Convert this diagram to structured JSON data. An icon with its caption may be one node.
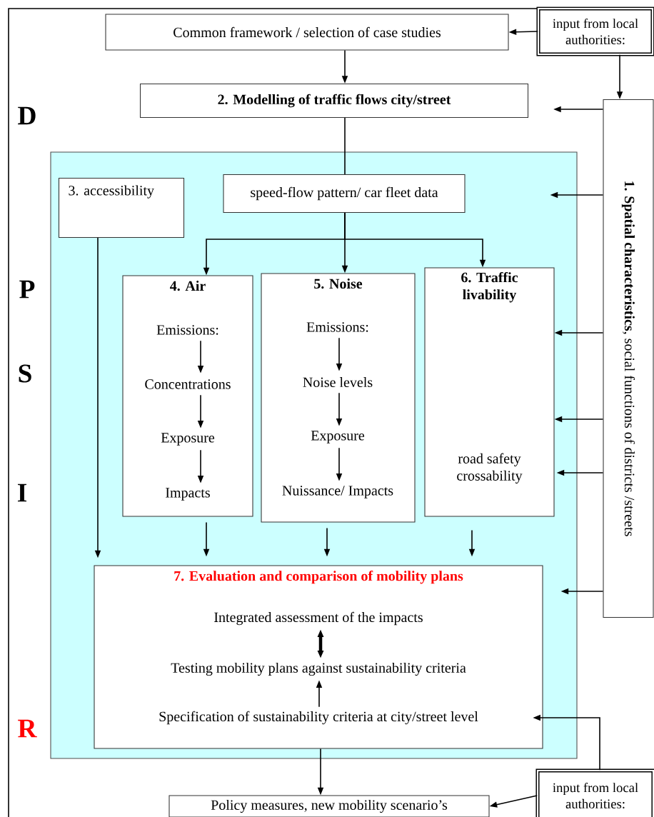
{
  "diagram": {
    "nodes": [
      {
        "text": [
          "Common framework / selection of case studies"
        ]
      },
      {
        "text": [
          "input from local authorities:"
        ]
      },
      {
        "text": [
          "2. Modelling of traffic flows city/street"
        ]
      },
      {
        "text": [
          "**1. Spatial characteristics**, social functions of districts /streets"
        ]
      },
      {
        "text": [],
        "shape": "box"
      },
      {
        "text": [
          "3. accessibility"
        ],
        "in": 4
      },
      {
        "text": [
          "speed-flow pattern/ car fleet data"
        ],
        "in": 4
      },
      {
        "text": [
          "4. Air"
        ],
        "in": 4
      },
      {
        "text": [
          "Emissions:"
        ],
        "in": 7
      },
      {
        "text": [
          "Concentrations"
        ],
        "in": 7
      },
      {
        "text": [
          "Exposure"
        ],
        "in": 7
      },
      {
        "text": [
          "Impacts"
        ],
        "in": 7
      },
      {
        "text": [
          "5. Noise"
        ],
        "in": 4
      },
      {
        "text": [
          "Emissions:"
        ],
        "in": 12
      },
      {
        "text": [
          "Noise levels"
        ],
        "in": 12
      },
      {
        "text": [
          "Exposure"
        ],
        "in": 12
      },
      {
        "text": [
          "Nuissance/ Impacts"
        ],
        "in": 12
      },
      {
        "text": [
          "6. Traffic livability",
          "road safety crossability"
        ],
        "in": 4
      },
      {
        "text": [
          "7. Evaluation and comparison of mobility plans"
        ],
        "in": 4
      },
      {
        "text": [
          "Integrated assessment of the impacts"
        ],
        "in": 18
      },
      {
        "text": [
          "Testing mobility plans against sustainability criteria"
        ],
        "in": 18
      },
      {
        "text": [
          "Specification of sustainability criteria at city/street level"
        ],
        "in": 18
      },
      {
        "text": [
          "Policy measures, new mobility scenario’s"
        ]
      },
      {
        "text": [
          "input from local authorities:"
        ]
      }
    ],
    "edges": [
      {
        "from": 1,
        "to": 0,
        "arrow": "to"
      },
      {
        "from": 0,
        "to": 2,
        "arrow": "to"
      },
      {
        "from": 1,
        "to": 3,
        "arrow": "to"
      },
      {
        "from": 3,
        "to": 2,
        "arrow": "to"
      },
      {
        "from": 3,
        "to": 4,
        "arrow": "to"
      },
      {
        "from": 3,
        "to": 17,
        "arrow": "to"
      },
      {
        "from": 3,
        "to": 17,
        "arrow": "to"
      },
      {
        "from": 3,
        "to": 17,
        "arrow": "to"
      },
      {
        "from": 3,
        "to": 4,
        "arrow": "to"
      },
      {
        "from": 2,
        "to": 6,
        "arrow": "none"
      },
      {
        "from": 6,
        "to": 7,
        "arrow": "to"
      },
      {
        "from": 6,
        "to": 12,
        "arrow": "to"
      },
      {
        "from": 6,
        "to": 17,
        "arrow": "to"
      },
      {
        "from": 5,
        "to": 18,
        "arrow": "to"
      },
      {
        "from": 7,
        "to": 18,
        "arrow": "to"
      },
      {
        "from": 12,
        "to": 18,
        "arrow": "to"
      },
      {
        "from": 17,
        "to": 18,
        "arrow": "to"
      },
      {
        "from": 8,
        "to": 9,
        "arrow": "to"
      },
      {
        "from": 9,
        "to": 10,
        "arrow": "to"
      },
      {
        "from": 10,
        "to": 11,
        "arrow": "to"
      },
      {
        "from": 13,
        "to": 14,
        "arrow": "to"
      },
      {
        "from": 14,
        "to": 15,
        "arrow": "to"
      },
      {
        "from": 15,
        "to": 16,
        "arrow": "to"
      },
      {
        "from": 19,
        "to": 20,
        "arrow": "both",
        "style": "thick"
      },
      {
        "from": 21,
        "to": 20,
        "arrow": "to"
      },
      {
        "from": 23,
        "to": 21,
        "arrow": "to"
      },
      {
        "from": 23,
        "to": 22,
        "arrow": "to"
      },
      {
        "from": 18,
        "to": 22,
        "arrow": "to"
      }
    ],
    "labels": [
      "D",
      "P",
      "S",
      "I",
      "R"
    ]
  }
}
